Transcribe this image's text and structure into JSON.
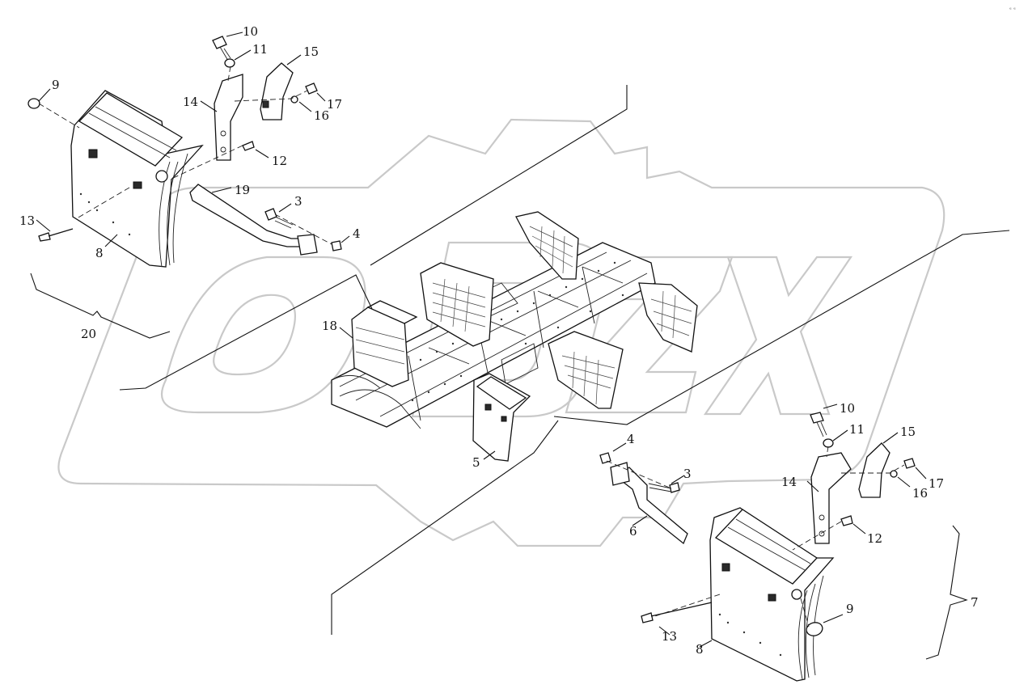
{
  "corner_mark": "ᵉ ᵉ",
  "callouts": [
    {
      "id": "c10a",
      "text": "10"
    },
    {
      "id": "c11a",
      "text": "11"
    },
    {
      "id": "c15a",
      "text": "15"
    },
    {
      "id": "c9a",
      "text": "9"
    },
    {
      "id": "c14a",
      "text": "14"
    },
    {
      "id": "c17a",
      "text": "17"
    },
    {
      "id": "c16a",
      "text": "16"
    },
    {
      "id": "c12a",
      "text": "12"
    },
    {
      "id": "c19",
      "text": "19"
    },
    {
      "id": "c3a",
      "text": "3"
    },
    {
      "id": "c4a",
      "text": "4"
    },
    {
      "id": "c13a",
      "text": "13"
    },
    {
      "id": "c8a",
      "text": "8"
    },
    {
      "id": "c20",
      "text": "20"
    },
    {
      "id": "c18",
      "text": "18"
    },
    {
      "id": "c5",
      "text": "5"
    },
    {
      "id": "c10b",
      "text": "10"
    },
    {
      "id": "c11b",
      "text": "11"
    },
    {
      "id": "c15b",
      "text": "15"
    },
    {
      "id": "c4b",
      "text": "4"
    },
    {
      "id": "c3b",
      "text": "3"
    },
    {
      "id": "c14b",
      "text": "14"
    },
    {
      "id": "c17b",
      "text": "17"
    },
    {
      "id": "c16b",
      "text": "16"
    },
    {
      "id": "c6",
      "text": "6"
    },
    {
      "id": "c12b",
      "text": "12"
    },
    {
      "id": "c7",
      "text": "7"
    },
    {
      "id": "c9b",
      "text": "9"
    },
    {
      "id": "c13b",
      "text": "13"
    },
    {
      "id": "c8b",
      "text": "8"
    }
  ]
}
